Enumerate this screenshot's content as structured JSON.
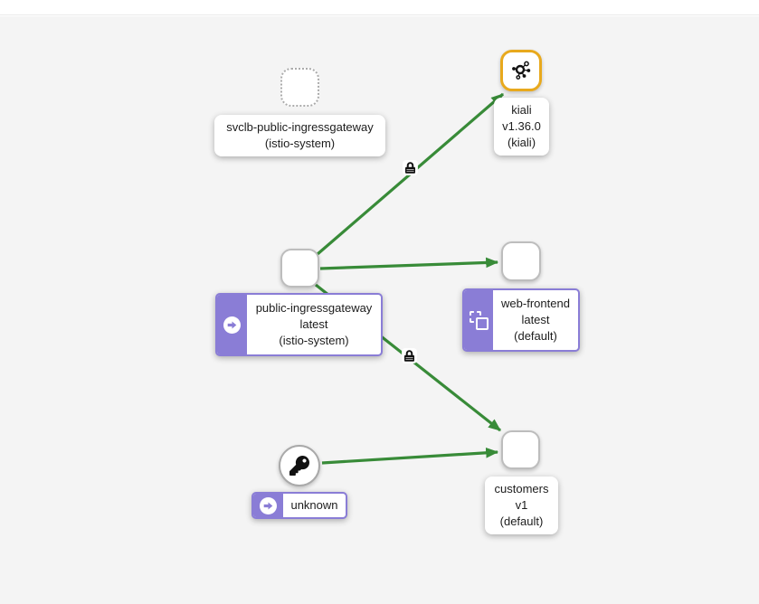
{
  "app": {
    "view": "service-mesh-graph"
  },
  "colors": {
    "edge_green": "#388b38",
    "purple": "#8a7dd6",
    "kiali_orange": "#e8a91d",
    "bg": "#f4f4f4"
  },
  "nodes": {
    "svclb": {
      "name": "svclb-public-ingressgateway",
      "namespace": "(istio-system)"
    },
    "kiali": {
      "name": "kiali",
      "version": "v1.36.0",
      "namespace": "(kiali)"
    },
    "public_ingressgateway": {
      "name": "public-ingressgateway",
      "version": "latest",
      "namespace": "(istio-system)"
    },
    "web_frontend": {
      "name": "web-frontend",
      "version": "latest",
      "namespace": "(default)"
    },
    "unknown": {
      "name": "unknown"
    },
    "customers": {
      "name": "customers",
      "version": "v1",
      "namespace": "(default)"
    }
  },
  "edges": [
    {
      "source": "public-ingressgateway",
      "target": "kiali",
      "mtls": true
    },
    {
      "source": "public-ingressgateway",
      "target": "web-frontend",
      "mtls": false
    },
    {
      "source": "public-ingressgateway",
      "target": "customers",
      "mtls": true
    },
    {
      "source": "unknown",
      "target": "customers",
      "mtls": false
    }
  ]
}
